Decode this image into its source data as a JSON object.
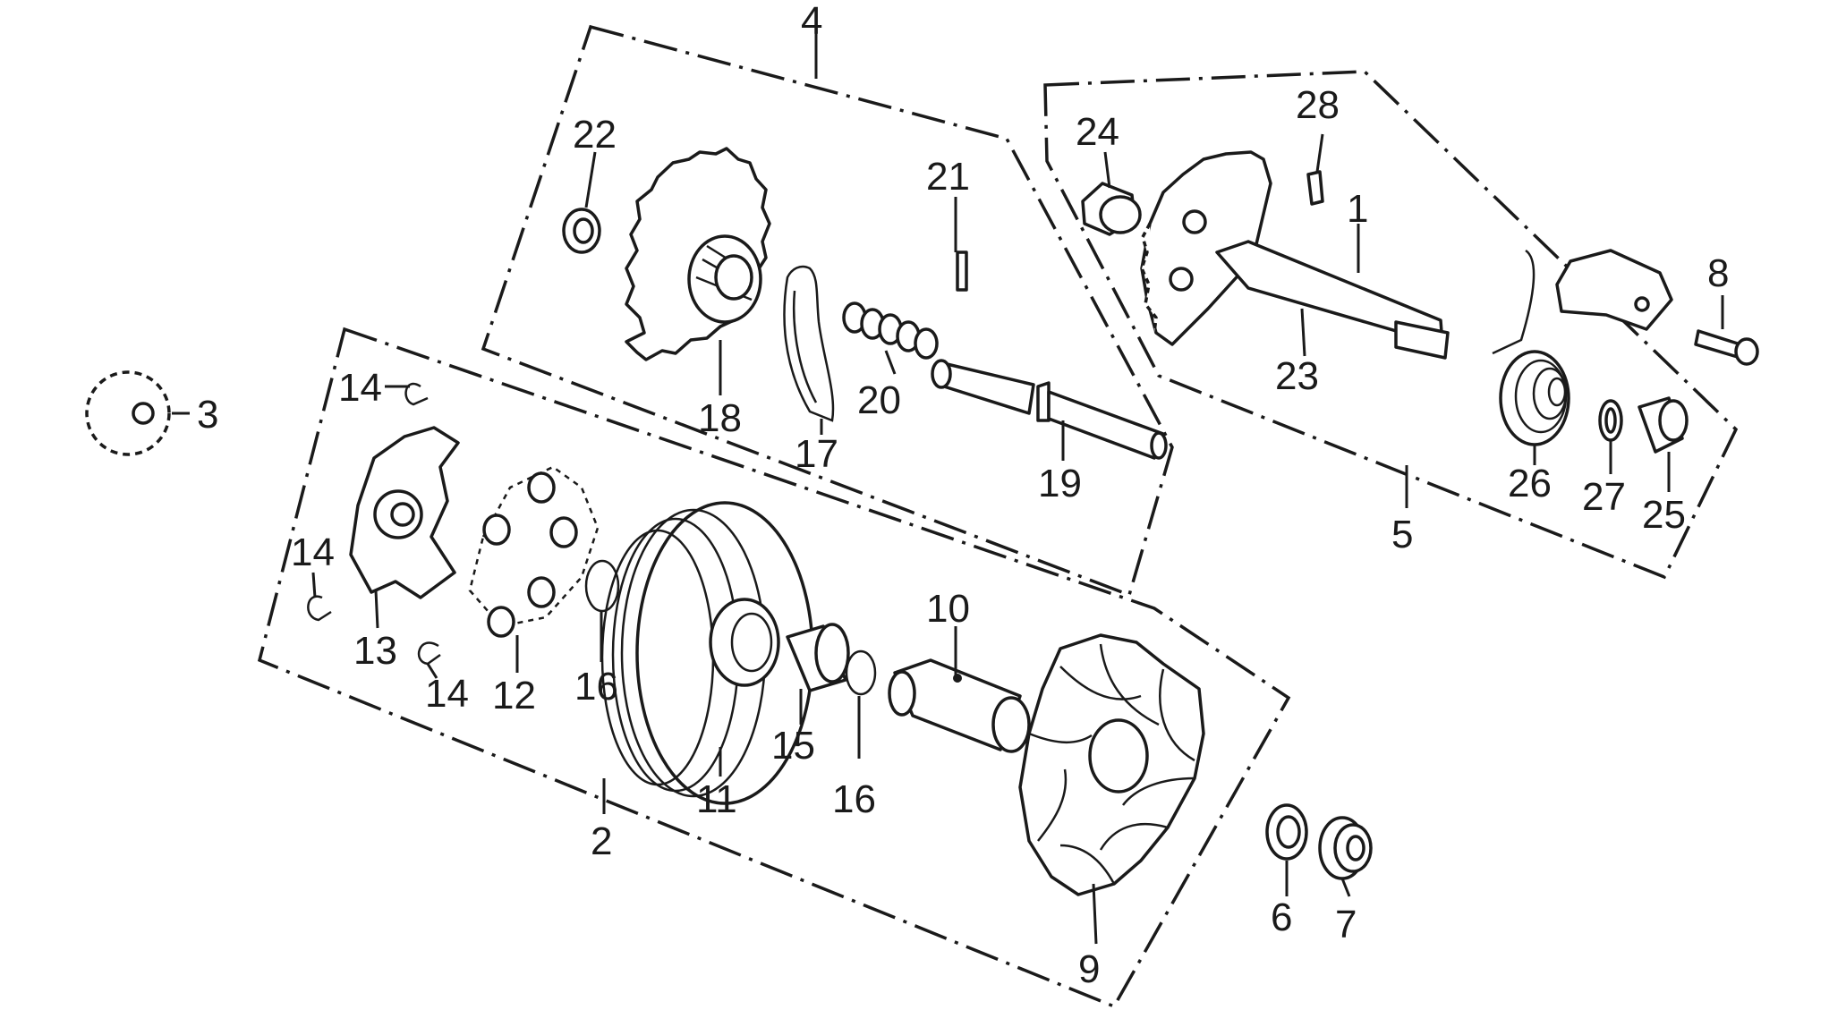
{
  "diagram": {
    "callouts": {
      "c1": "1",
      "c2": "2",
      "c3": "3",
      "c4": "4",
      "c5": "5",
      "c6": "6",
      "c7": "7",
      "c8": "8",
      "c9": "9",
      "c10": "10",
      "c11": "11",
      "c12": "12",
      "c13": "13",
      "c14a": "14",
      "c14b": "14",
      "c14c": "14",
      "c15": "15",
      "c16a": "16",
      "c16b": "16",
      "c17": "17",
      "c18": "18",
      "c19": "19",
      "c20": "20",
      "c21": "21",
      "c22": "22",
      "c23": "23",
      "c24": "24",
      "c25": "25",
      "c26": "26",
      "c27": "27",
      "c28": "28"
    },
    "line_color": "#1a1a1a",
    "background": "#ffffff"
  }
}
